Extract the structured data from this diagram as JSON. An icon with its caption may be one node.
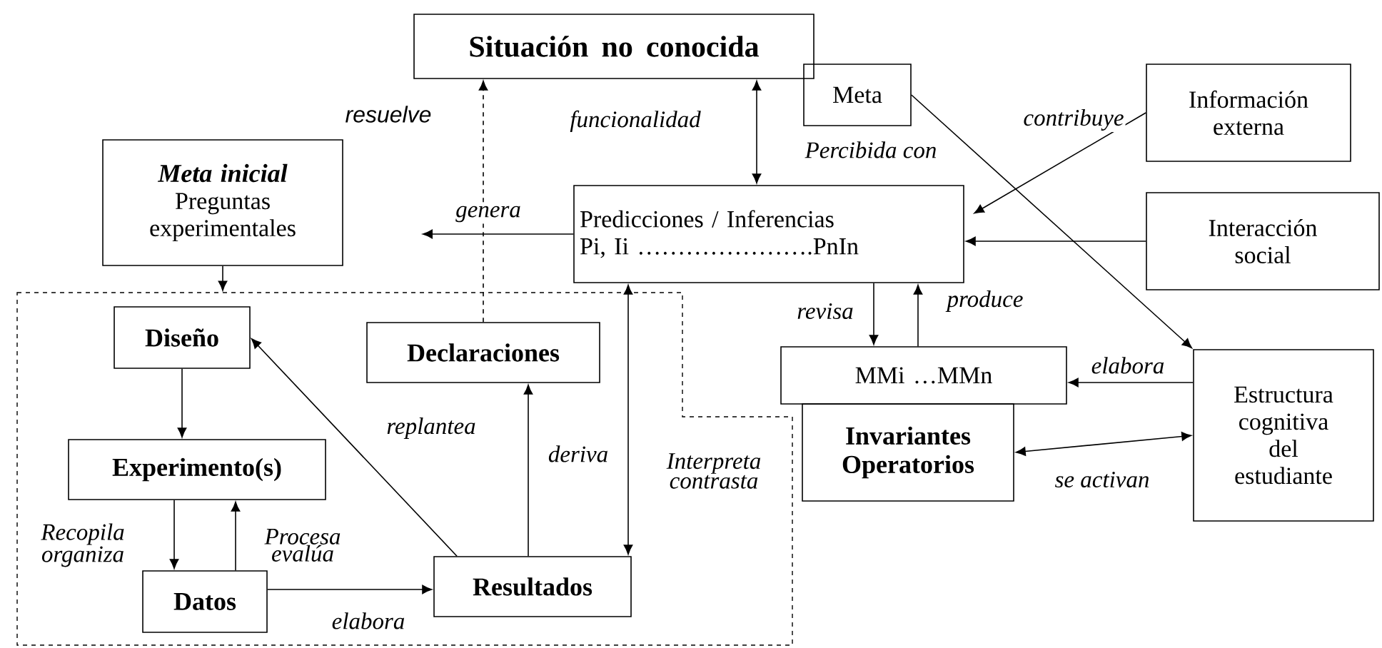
{
  "diagram": {
    "nodes": [
      {
        "text": [
          "Situación no conocida"
        ]
      },
      {
        "text": [
          "Meta"
        ]
      },
      {
        "text": [
          "Información externa"
        ]
      },
      {
        "text": [
          "Meta inicial",
          "Preguntas experimentales"
        ]
      },
      {
        "text": [
          "Predicciones / Inferencias",
          "Pi, Ii ………………….PnIn"
        ]
      },
      {
        "text": [
          "Interacción social"
        ]
      },
      {
        "text": [],
        "shape": "box"
      },
      {
        "text": [
          "Diseño"
        ],
        "in": 6
      },
      {
        "text": [
          "Declaraciones"
        ],
        "in": 6
      },
      {
        "text": [
          "MMi …MMn"
        ]
      },
      {
        "text": [
          "Estructura cognitiva del estudiante"
        ]
      },
      {
        "text": [
          "Invariantes Operatorios"
        ]
      },
      {
        "text": [
          "Experimento(s)"
        ],
        "in": 6
      },
      {
        "text": [
          "Datos"
        ],
        "in": 6
      },
      {
        "text": [
          "Resultados"
        ],
        "in": 6
      }
    ],
    "edges": [
      {
        "from": 0,
        "to": 4,
        "arrow": "both",
        "label": "funcionalidad"
      },
      {
        "from": 2,
        "to": 4,
        "arrow": "to",
        "label": "contribuye"
      },
      {
        "from": 5,
        "to": 4,
        "arrow": "to"
      },
      {
        "from": 1,
        "to": 10,
        "arrow": "to",
        "label": "Percibida con"
      },
      {
        "from": 4,
        "to": null,
        "arrow": "to",
        "label": "genera"
      },
      {
        "from": 8,
        "to": 0,
        "arrow": "to",
        "label": "resuelve",
        "style": "dashed"
      },
      {
        "from": 3,
        "to": 6,
        "arrow": "to"
      },
      {
        "from": 4,
        "to": 9,
        "arrow": "to",
        "label": "revisa"
      },
      {
        "from": 9,
        "to": 4,
        "arrow": "to",
        "label": "produce"
      },
      {
        "from": 10,
        "to": 9,
        "arrow": "to",
        "label": "elabora"
      },
      {
        "from": 11,
        "to": 10,
        "arrow": "both",
        "label": "se activan"
      },
      {
        "from": 7,
        "to": 12,
        "arrow": "to"
      },
      {
        "from": 12,
        "to": 13,
        "arrow": "to",
        "label": "Recopila organiza"
      },
      {
        "from": 13,
        "to": 12,
        "arrow": "to",
        "label": "Procesa evalúa"
      },
      {
        "from": 13,
        "to": 14,
        "arrow": "to",
        "label": "elabora"
      },
      {
        "from": 14,
        "to": 7,
        "arrow": "to",
        "label": "replantea"
      },
      {
        "from": 14,
        "to": 8,
        "arrow": "to",
        "label": "deriva"
      },
      {
        "from": 4,
        "to": 14,
        "arrow": "both",
        "label": "Interpreta contrasta"
      }
    ]
  }
}
